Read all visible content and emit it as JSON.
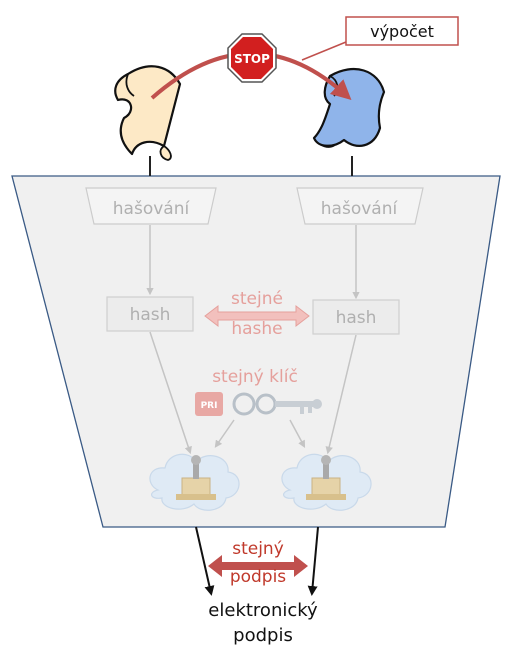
{
  "labels": {
    "computation": "výpočet",
    "stop_sign": "STOP",
    "hashing_left": "hašování",
    "hashing_right": "hašování",
    "hash_left": "hash",
    "hash_right": "hash",
    "same_hashes_line1": "stejné",
    "same_hashes_line2": "hashe",
    "same_key": "stejný klíč",
    "key_tag": "PRI",
    "same_signature_line1": "stejný",
    "same_signature_line2": "podpis",
    "electronic_signature_line1": "elektronický",
    "electronic_signature_line2": "podpis"
  },
  "colors": {
    "accent_red": "#c0504d",
    "text_red": "#c0392b",
    "faded_red": "#e5a09c",
    "faded_gray_text": "#b0b0b0",
    "panel_fill": "#f0f0f0",
    "panel_border": "#3a5a85",
    "left_document": "#fde9c6",
    "right_document": "#8fb4ea",
    "stop_sign": "#d21f1f"
  },
  "icons": [
    "document-scroll-icon",
    "stop-sign-icon",
    "private-key-icon",
    "seal-stamp-icon"
  ]
}
